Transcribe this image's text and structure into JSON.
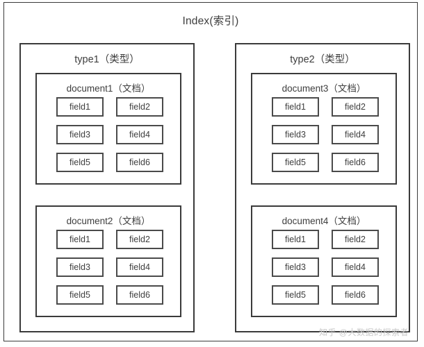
{
  "diagram": {
    "title": "Index(索引)",
    "types": [
      {
        "label": "type1（类型）",
        "documents": [
          {
            "label": "document1（文档）",
            "fields": [
              "field1",
              "field2",
              "field3",
              "field4",
              "field5",
              "field6"
            ]
          },
          {
            "label": "document2（文档）",
            "fields": [
              "field1",
              "field2",
              "field3",
              "field4",
              "field5",
              "field6"
            ]
          }
        ]
      },
      {
        "label": "type2（类型）",
        "documents": [
          {
            "label": "document3（文档）",
            "fields": [
              "field1",
              "field2",
              "field3",
              "field4",
              "field5",
              "field6"
            ]
          },
          {
            "label": "document4（文档）",
            "fields": [
              "field1",
              "field2",
              "field3",
              "field4",
              "field5",
              "field6"
            ]
          }
        ]
      }
    ]
  },
  "watermark": {
    "text": "知乎 @大数据的探索者"
  },
  "colors": {
    "border": "#3a3a3a",
    "field_border": "#4a4a4a",
    "text": "#3e3e3e",
    "background": "#ffffff",
    "watermark": "#c9c9c9"
  }
}
